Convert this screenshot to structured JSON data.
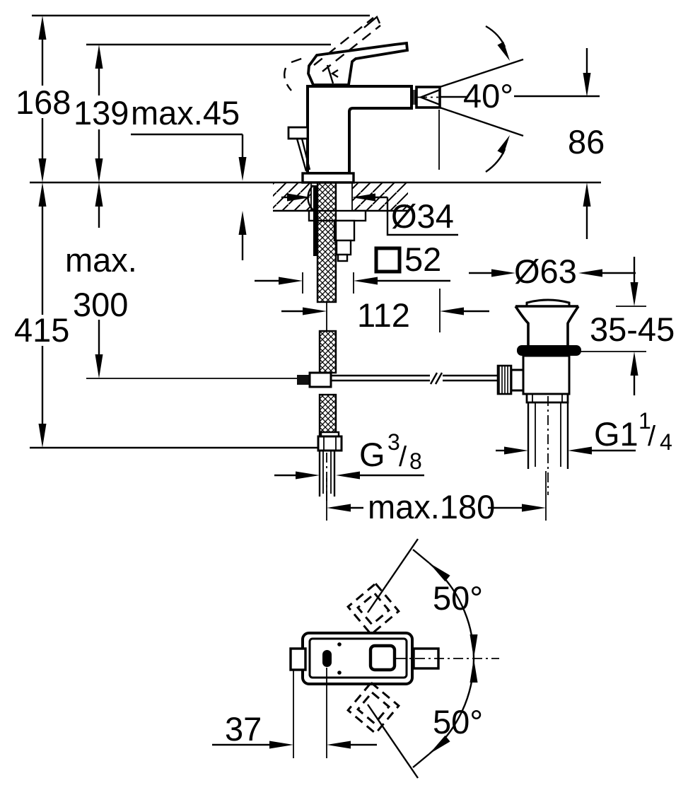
{
  "drawing_title": "bidet-faucet-dimensional-drawing",
  "colors": {
    "ink": "#000000",
    "background": "#ffffff"
  },
  "side_view": {
    "labels": {
      "total_height": "168",
      "spout_level_height": "139",
      "deck_thickness_max": "max.45",
      "spray_angle": "40°",
      "outlet_above_rim": "86",
      "hole_diameter": "Ø34",
      "base_square_value": "52",
      "spout_reach": "112",
      "below_deck_max_line1": "max.",
      "below_deck_max_line2": "300",
      "below_deck_total": "415",
      "waste_flange_diameter": "Ø63",
      "waste_adjust_range": "35-45",
      "rod_span_max": "max.180",
      "waste_thread": {
        "base": "G1",
        "sup": "1",
        "slash": "/",
        "sub": "4"
      },
      "supply_thread": {
        "base": "G",
        "sup": "3",
        "slash": "/",
        "sub": "8"
      }
    }
  },
  "bottom_view": {
    "labels": {
      "swivel_angle_upper": "50°",
      "swivel_angle_lower": "50°",
      "rod_offset": "37"
    }
  }
}
